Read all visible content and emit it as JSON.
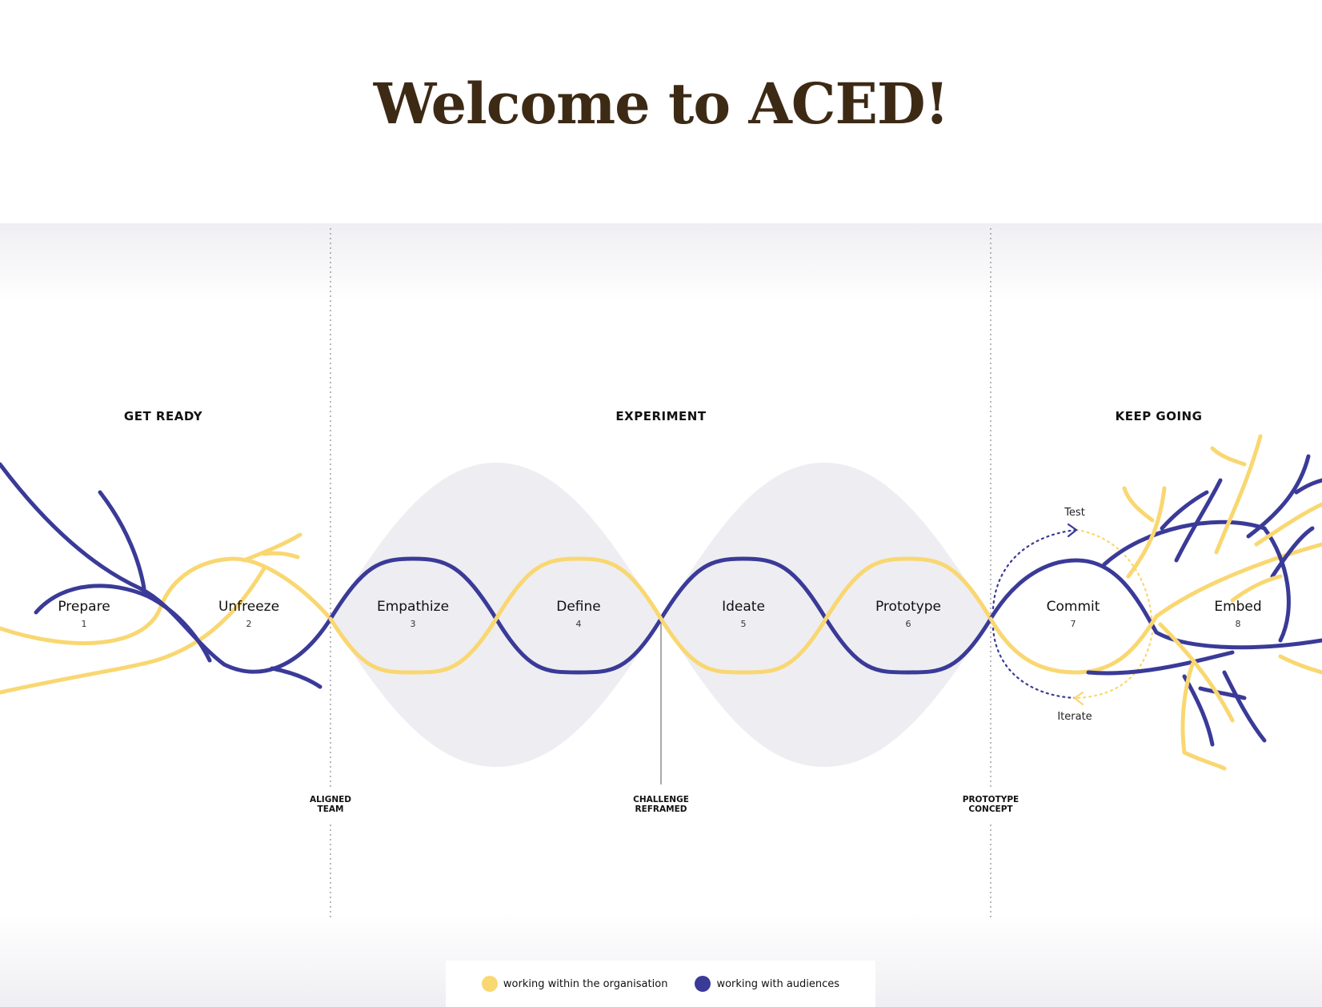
{
  "page": {
    "title": "Welcome to ACED!"
  },
  "colors": {
    "yellow": "#f9d771",
    "blue": "#3a3a98",
    "title": "#3d2a15",
    "shade": "#eeedf1"
  },
  "phases": [
    {
      "label": "GET READY"
    },
    {
      "label": "EXPERIMENT"
    },
    {
      "label": "KEEP GOING"
    }
  ],
  "stages": [
    {
      "label": "Prepare",
      "number": "1"
    },
    {
      "label": "Unfreeze",
      "number": "2"
    },
    {
      "label": "Empathize",
      "number": "3"
    },
    {
      "label": "Define",
      "number": "4"
    },
    {
      "label": "Ideate",
      "number": "5"
    },
    {
      "label": "Prototype",
      "number": "6"
    },
    {
      "label": "Commit",
      "number": "7"
    },
    {
      "label": "Embed",
      "number": "8"
    }
  ],
  "milestones": [
    {
      "line1": "ALIGNED",
      "line2": "TEAM"
    },
    {
      "line1": "CHALLENGE",
      "line2": "REFRAMED"
    },
    {
      "line1": "PROTOTYPE",
      "line2": "CONCEPT"
    }
  ],
  "loop": {
    "test": "Test",
    "iterate": "Iterate"
  },
  "legend": {
    "yellow_label": "working within the organisation",
    "blue_label": "working with audiences"
  }
}
